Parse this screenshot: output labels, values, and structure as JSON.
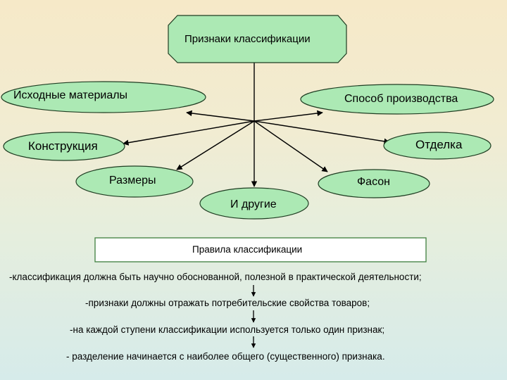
{
  "title": "Признаки классификации",
  "attributes": [
    "Исходные материалы",
    "Способ производства",
    "Конструкция",
    "Отделка",
    "Размеры",
    "Фасон",
    "И другие"
  ],
  "rules_title": "Правила классификации",
  "rules": [
    "-классификация должна быть научно обоснованной, полезной в практической деятельности;",
    "-признаки должны отражать потребительские свойства товаров;",
    "-на каждой ступени классификации используется только один признак;",
    "- разделение начинается с наиболее общего (существенного) признака."
  ],
  "colors": {
    "node_fill": "#ace9b4",
    "node_stroke": "#1f3d22",
    "rules_box_stroke": "#3e7f3e",
    "connector": "#000000"
  }
}
